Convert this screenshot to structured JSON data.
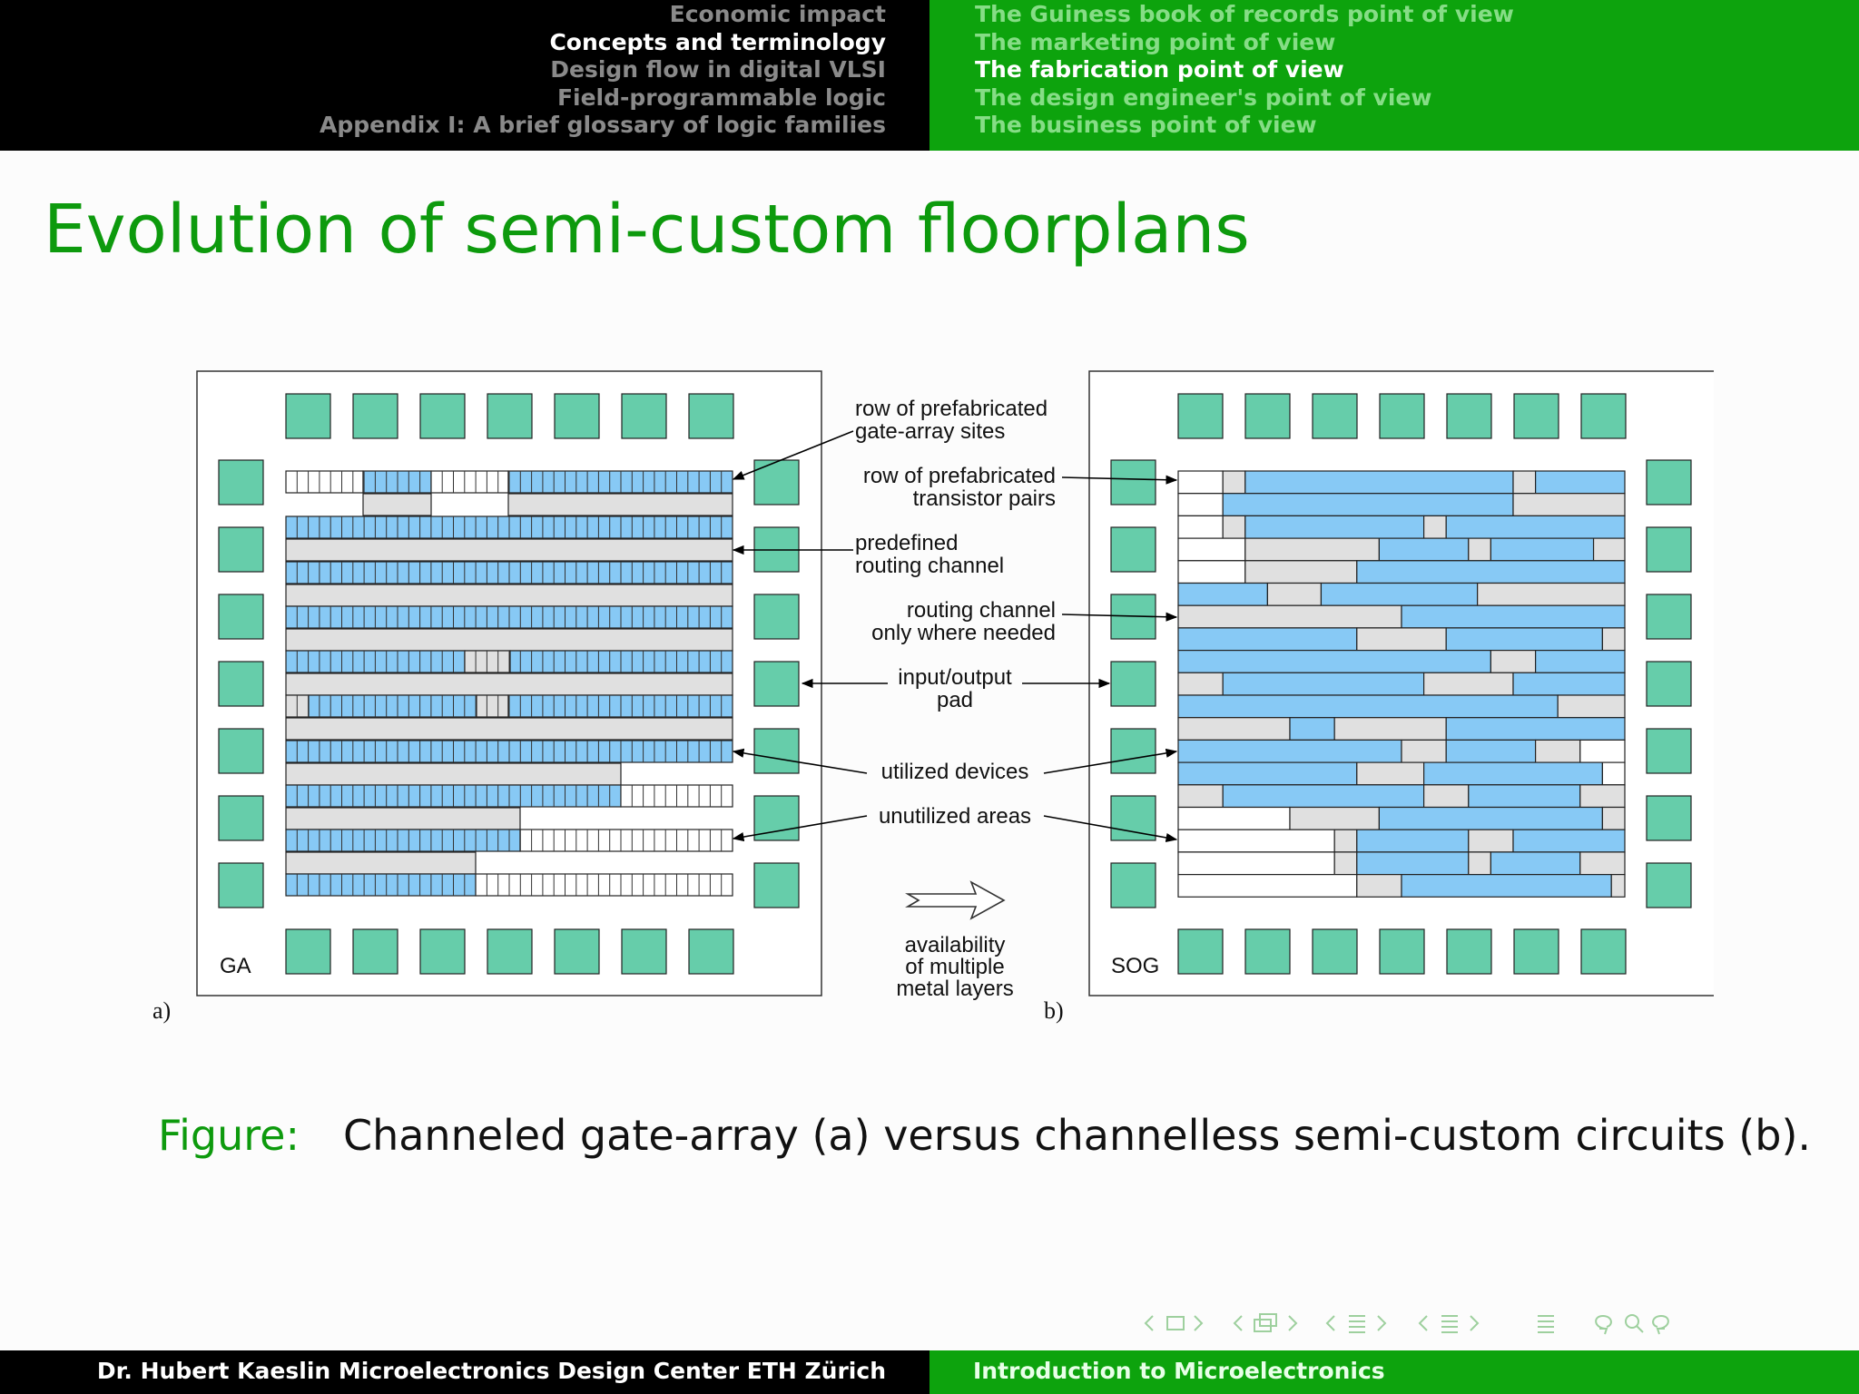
{
  "header": {
    "sections": [
      {
        "label": "Economic impact",
        "active": false
      },
      {
        "label": "Concepts and terminology",
        "active": true
      },
      {
        "label": "Design flow in digital VLSI",
        "active": false
      },
      {
        "label": "Field-programmable logic",
        "active": false
      },
      {
        "label": "Appendix I: A brief glossary of logic families",
        "active": false
      }
    ],
    "subsections": [
      {
        "label": "The Guiness book of records point of view",
        "active": false
      },
      {
        "label": "The marketing point of view",
        "active": false
      },
      {
        "label": "The fabrication point of view",
        "active": true
      },
      {
        "label": "The design engineer's point of view",
        "active": false
      },
      {
        "label": "The business point of view",
        "active": false
      }
    ]
  },
  "slide": {
    "title": "Evolution of semi-custom floorplans"
  },
  "figure": {
    "panel_a_tag": "GA",
    "panel_b_tag": "SOG",
    "panel_a_label": "a)",
    "panel_b_label": "b)",
    "annotations": {
      "row_sites_1": "row of prefabricated",
      "row_sites_2": "gate-array sites",
      "row_pairs_1": "row of prefabricated",
      "row_pairs_2": "transistor pairs",
      "predef_1": "predefined",
      "predef_2": "routing channel",
      "needed_1": "routing channel",
      "needed_2": "only where needed",
      "io_1": "input/output",
      "io_2": "pad",
      "utilized": "utilized devices",
      "unutilized": "unutilized areas",
      "metal_1": "availability",
      "metal_2": "of multiple",
      "metal_3": "metal layers"
    },
    "caption_label": "Figure:",
    "caption_text": "Channeled gate-array (a) versus channelless semi-custom circuits (b)."
  },
  "colors": {
    "pad": "#66cdaa",
    "device": "#87c9f5",
    "channel": "#e0e0e0",
    "accent_green": "#0da30d"
  },
  "footer": {
    "author": "Dr. Hubert Kaeslin Microelectronics Design Center ETH Zürich",
    "course": "Introduction to Microelectronics"
  },
  "nav_icons": [
    "nav-prev-icon",
    "frame-icon",
    "nav-next-icon",
    "nav-prev-icon",
    "subsection-icon",
    "nav-next-icon",
    "nav-prev-icon",
    "section-icon",
    "nav-next-icon",
    "nav-prev-icon",
    "document-icon",
    "nav-next-icon",
    "align-icon",
    "back-icon",
    "search-icon"
  ]
}
